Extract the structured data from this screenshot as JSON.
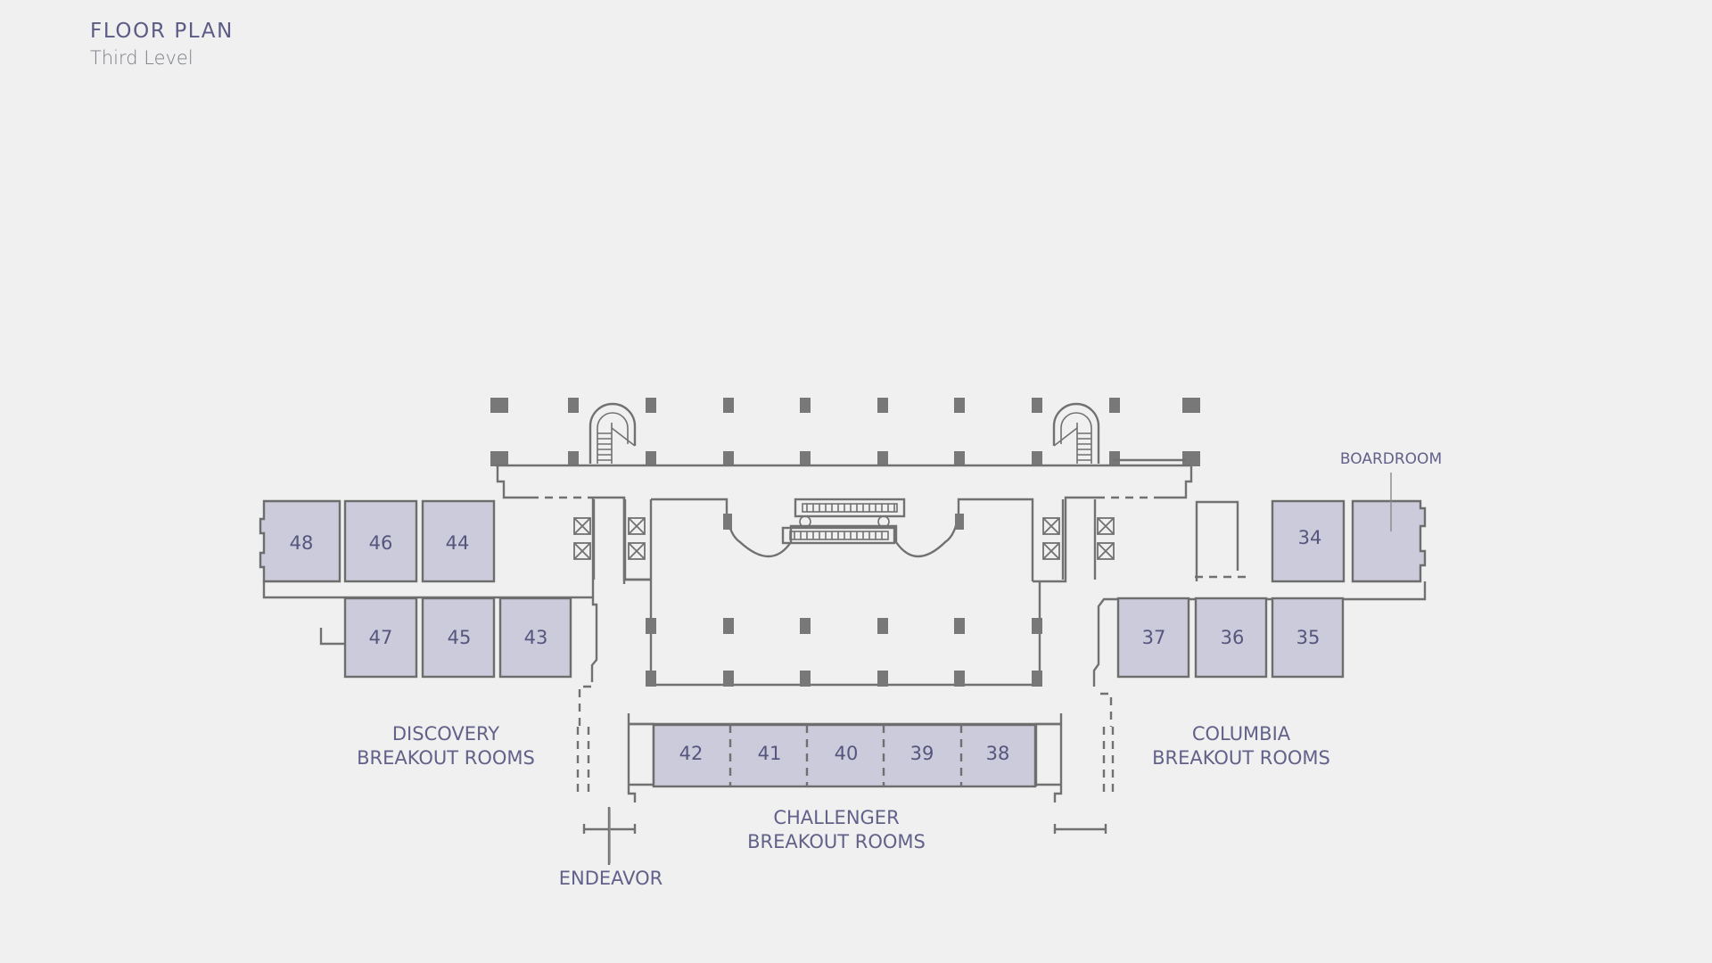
{
  "header": {
    "title": "FLOOR PLAN",
    "subtitle": "Third Level"
  },
  "colors": {
    "background": "#eff0ef",
    "room_fill": "#cbcbdb",
    "wall": "#717171",
    "label": "#5c5b86"
  },
  "rooms": {
    "r48": "48",
    "r46": "46",
    "r44": "44",
    "r47": "47",
    "r45": "45",
    "r43": "43",
    "r42": "42",
    "r41": "41",
    "r40": "40",
    "r39": "39",
    "r38": "38",
    "r37": "37",
    "r36": "36",
    "r35": "35",
    "r34": "34"
  },
  "areas": {
    "discovery_1": "DISCOVERY",
    "discovery_2": "BREAKOUT ROOMS",
    "challenger_1": "CHALLENGER",
    "challenger_2": "BREAKOUT ROOMS",
    "columbia_1": "COLUMBIA",
    "columbia_2": "BREAKOUT ROOMS",
    "endeavor": "ENDEAVOR",
    "boardroom": "BOARDROOM"
  }
}
